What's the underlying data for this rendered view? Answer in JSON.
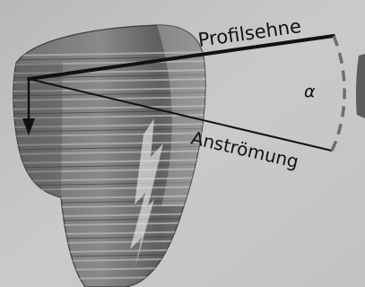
{
  "labels": {
    "chord": "Profilsehne",
    "inflow": "Anströmung",
    "angle": "α"
  },
  "colors": {
    "background": "#c4c4c4",
    "line": "#111111",
    "dashed_arc": "#6e6e6e",
    "paraglider_dark": "#5a5a5a",
    "paraglider_light": "#9a9a9a"
  }
}
